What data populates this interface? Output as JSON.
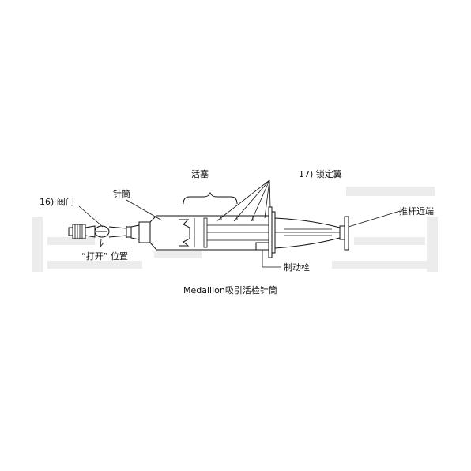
{
  "labels": {
    "plunger": "活塞",
    "locking_wings": "17) 锁定翼",
    "valve": "16) 阀门",
    "barrel": "针筒",
    "plunger_proximal": "推杆近端",
    "open_position": "“打开” 位置",
    "stopper": "制动栓"
  },
  "caption": "Medallion吸引活检针筒"
}
